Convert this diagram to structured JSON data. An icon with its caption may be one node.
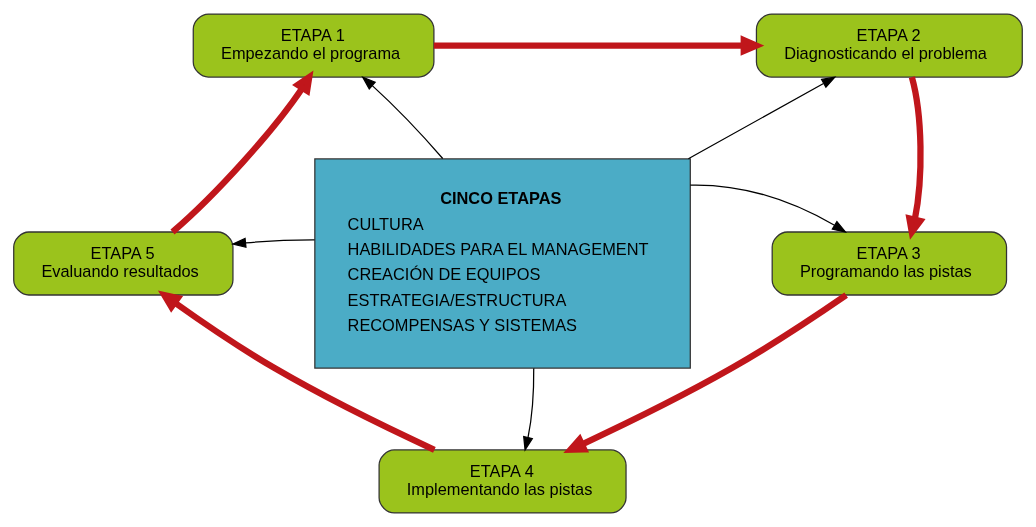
{
  "diagram": {
    "nodes": [
      {
        "text": [
          "ETAPA 1",
          "Empezando el programa"
        ]
      },
      {
        "text": [
          "ETAPA 2",
          "Diagnosticando el problema"
        ]
      },
      {
        "text": [
          "CINCO ETAPAS",
          "CULTURA",
          "HABILIDADES PARA EL MANAGEMENT",
          "CREACIÓN DE EQUIPOS",
          "ESTRATEGIA/ESTRUCTURA",
          "RECOMPENSAS Y SISTEMAS"
        ]
      },
      {
        "text": [
          "ETAPA 5",
          "Evaluando resultados"
        ]
      },
      {
        "text": [
          "ETAPA 3",
          "Programando las pistas"
        ]
      },
      {
        "text": [
          "ETAPA 4",
          "Implementando las pistas"
        ]
      }
    ],
    "edges": [
      {
        "from": 2,
        "to": 0,
        "arrow": "to"
      },
      {
        "from": 2,
        "to": 1,
        "arrow": "to"
      },
      {
        "from": 2,
        "to": 3,
        "arrow": "to"
      },
      {
        "from": 2,
        "to": 4,
        "arrow": "to"
      },
      {
        "from": 2,
        "to": 5,
        "arrow": "to"
      },
      {
        "from": 0,
        "to": 1,
        "arrow": "to",
        "style": "thick",
        "color": "#c0161b"
      },
      {
        "from": 1,
        "to": 4,
        "arrow": "to",
        "style": "thick",
        "color": "#c0161b"
      },
      {
        "from": 4,
        "to": 5,
        "arrow": "to",
        "style": "thick",
        "color": "#c0161b"
      },
      {
        "from": 5,
        "to": 3,
        "arrow": "to",
        "style": "thick",
        "color": "#c0161b"
      },
      {
        "from": 3,
        "to": 0,
        "arrow": "to",
        "style": "thick",
        "color": "#c0161b"
      }
    ]
  }
}
